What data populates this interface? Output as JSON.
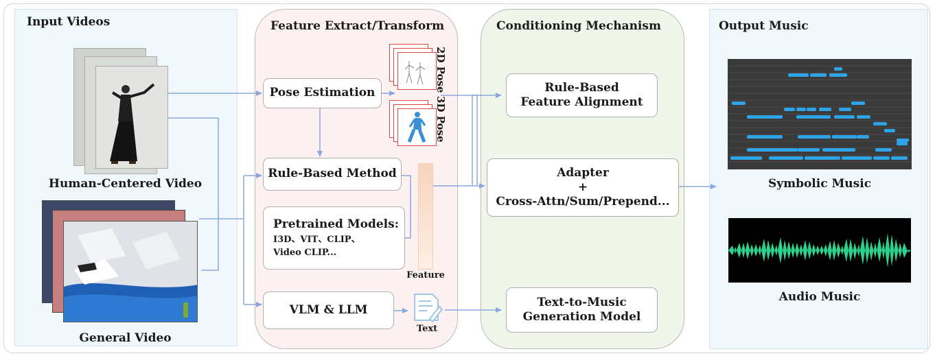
{
  "panels": {
    "input_title": "Input Videos",
    "feature_title": "Feature Extract/Transform",
    "cond_title": "Conditioning Mechanism",
    "output_title": "Output Music"
  },
  "inputs": {
    "human_label": "Human-Centered Video",
    "general_label": "General Video"
  },
  "feature": {
    "pose_estimation": "Pose Estimation",
    "rule_based_method": "Rule-Based Method",
    "pretrained_title": "Pretrained Models:",
    "pretrained_line1": "I3D、VIT、CLIP、",
    "pretrained_line2": "Video CLIP...",
    "vlm_llm": "VLM & LLM",
    "pose2d_label": "2D Pose",
    "pose3d_label": "3D Pose",
    "feature_label": "Feature",
    "text_label": "Text"
  },
  "conditioning": {
    "rule_alignment_l1": "Rule-Based",
    "rule_alignment_l2": "Feature Alignment",
    "adapter_l1": "Adapter",
    "adapter_l2": "+",
    "adapter_l3": "Cross-Attn/Sum/Prepend...",
    "t2m_l1": "Text-to-Music",
    "t2m_l2": "Generation Model"
  },
  "outputs": {
    "symbolic_label": "Symbolic Music",
    "audio_label": "Audio Music"
  },
  "colors": {
    "arrow": "#8aa8e0",
    "feature_bar": "#fbe3d2",
    "piano_note": "#2ea3e6",
    "waveform": "#2cd18c"
  }
}
